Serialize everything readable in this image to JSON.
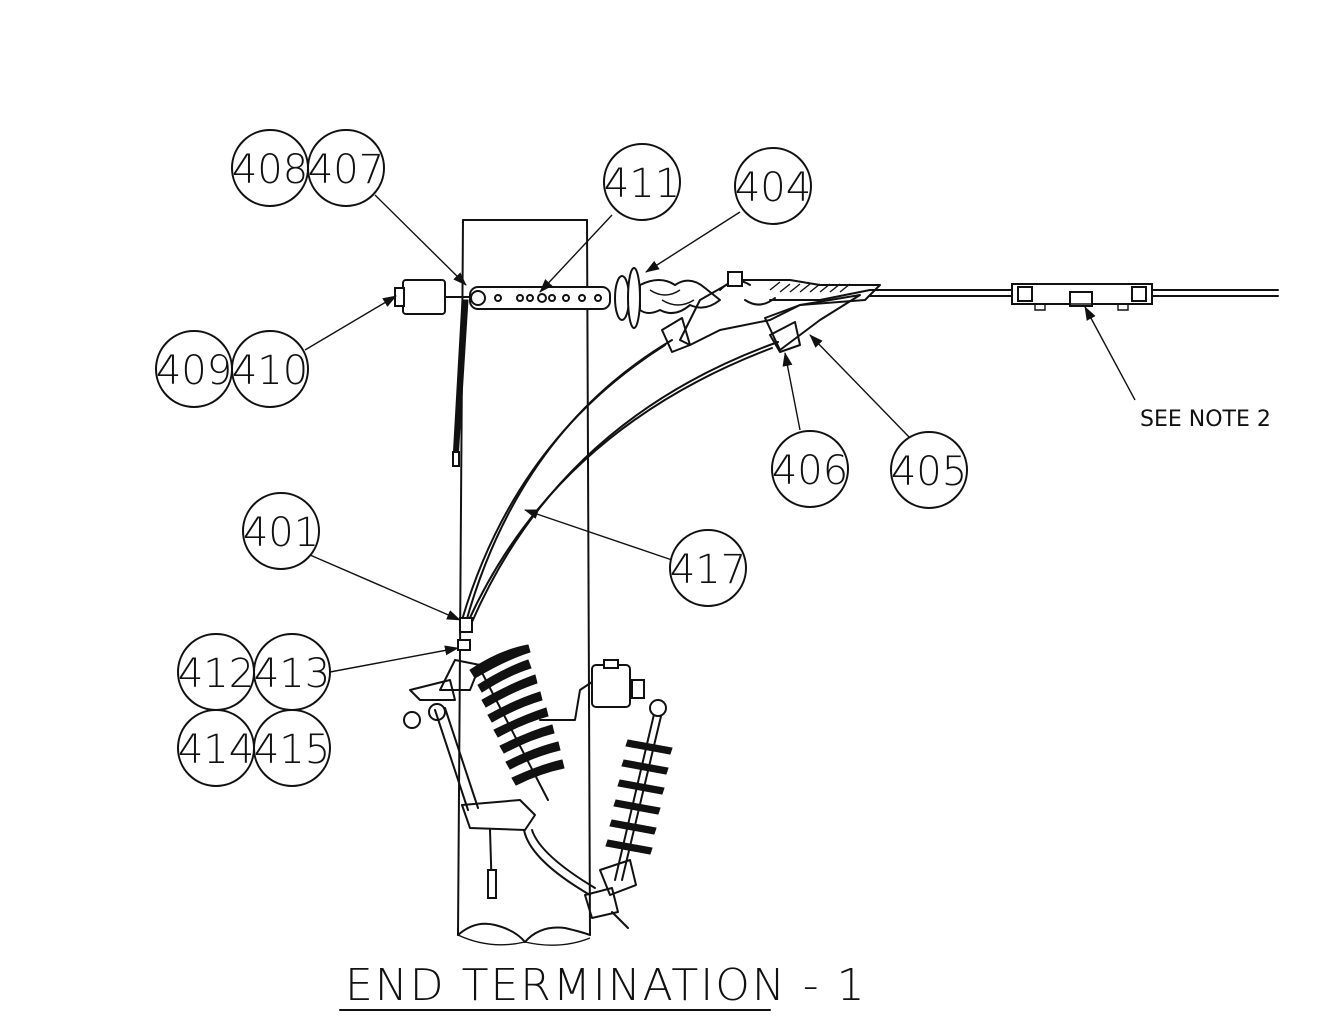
{
  "drawing": {
    "title": "END TERMINATION - 1",
    "note": "SEE NOTE 2"
  },
  "balloons": {
    "b408": "408",
    "b407": "407",
    "b411": "411",
    "b404": "404",
    "b409": "409",
    "b410": "410",
    "b406": "406",
    "b405": "405",
    "b401": "401",
    "b417": "417",
    "b412": "412",
    "b413": "413",
    "b414": "414",
    "b415": "415"
  },
  "colors": {
    "line": "#111111",
    "background": "#ffffff"
  }
}
